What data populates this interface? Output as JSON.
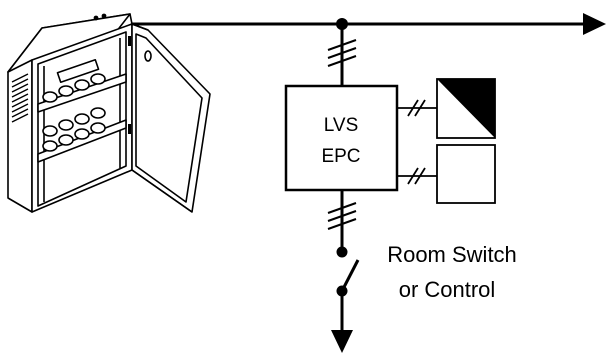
{
  "epc_box": {
    "line1": "LVS",
    "line2": "EPC"
  },
  "switch_label": {
    "line1": "Room Switch",
    "line2": "or Control"
  },
  "colors": {
    "ink": "#000000",
    "paper": "#ffffff"
  }
}
